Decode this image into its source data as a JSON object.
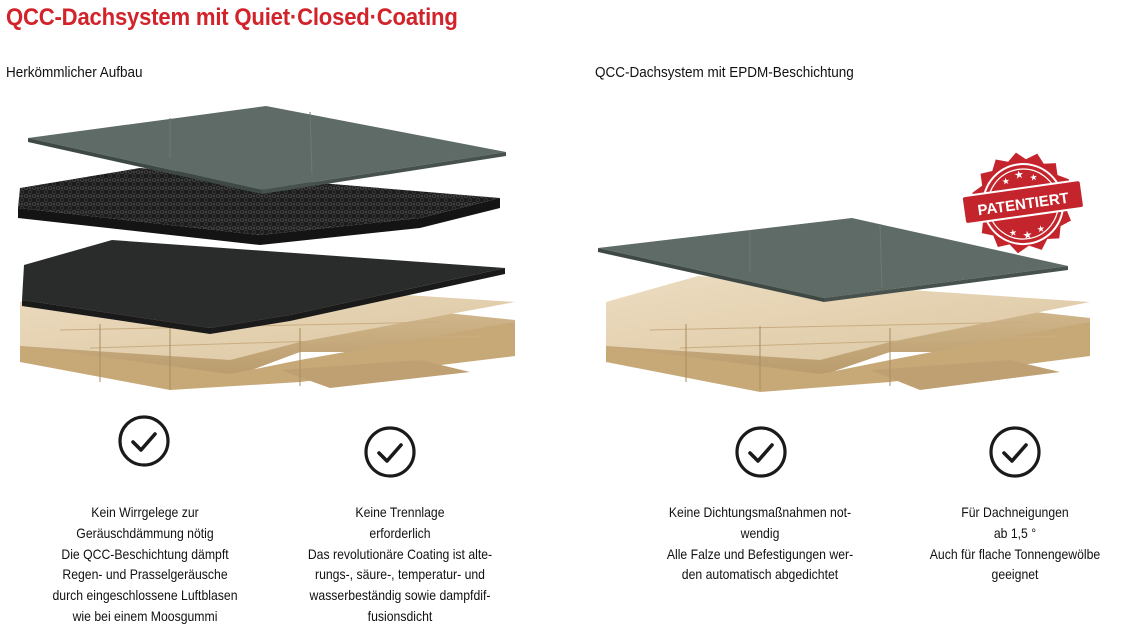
{
  "page": {
    "title": "QCC-Dachsystem mit Quiet·Closed·Coating",
    "accent_color": "#d2232a"
  },
  "left_panel": {
    "heading": "Herkömmlicher Aufbau",
    "layers": [
      "membrane",
      "tangled-mat",
      "felt",
      "wood-deck"
    ]
  },
  "right_panel": {
    "heading": "QCC-Dachsystem mit EPDM-Beschichtung",
    "layers": [
      "epdm-membrane",
      "wood-deck"
    ],
    "stamp_text": "PATENTIERT"
  },
  "features": [
    {
      "icon": "check-circle-icon",
      "lines": [
        "Kein Wirrgelege zur",
        "Geräuschdämmung nötig",
        "Die QCC-Beschichtung dämpft",
        "Regen- und Prasselgeräusche",
        "durch eingeschlossene Luftblasen",
        "wie bei einem Moosgummi"
      ]
    },
    {
      "icon": "check-circle-icon",
      "lines": [
        "Keine Trennlage",
        "erforderlich",
        "Das revolutionäre Coating ist alte-",
        "rungs-, säure-, temperatur- und",
        "wasserbeständig sowie dampfdif-",
        "fusionsdicht"
      ]
    },
    {
      "icon": "check-circle-icon",
      "lines": [
        "Keine Dichtungsmaßnahmen not-",
        "wendig",
        "Alle Falze und Befestigungen wer-",
        "den automatisch abgedichtet"
      ]
    },
    {
      "icon": "check-circle-icon",
      "lines": [
        "Für Dachneigungen",
        "ab 1,5 °",
        "Auch für flache Tonnengewölbe",
        "geeignet"
      ]
    }
  ]
}
